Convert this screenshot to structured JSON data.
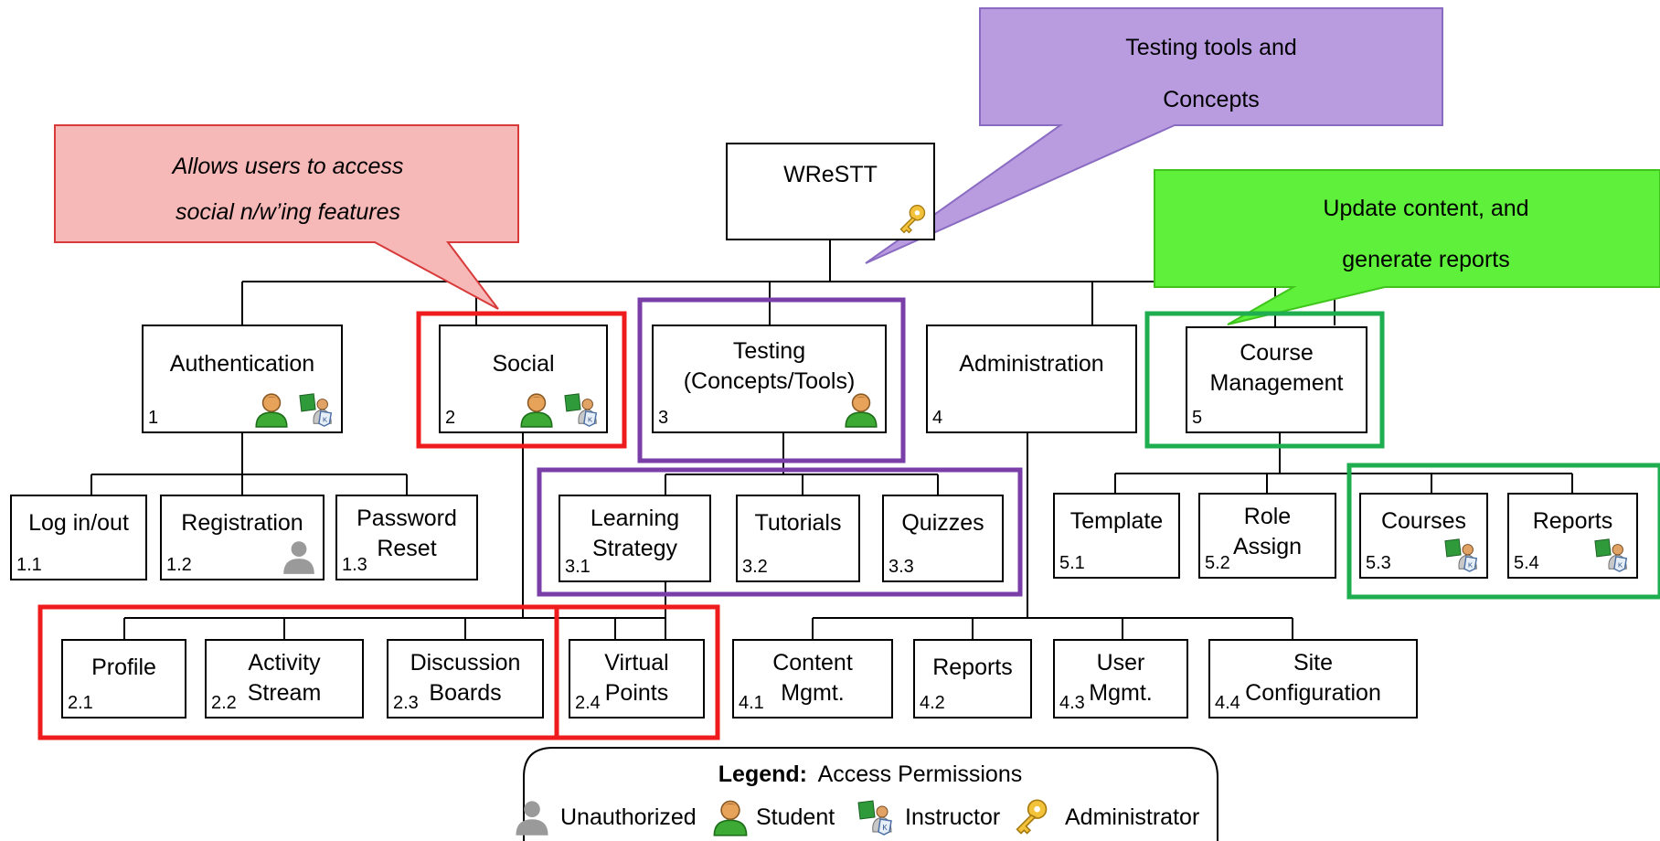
{
  "root": {
    "label": "WReSTT",
    "perms": [
      "administrator"
    ]
  },
  "sections": [
    {
      "id": "1",
      "label_lines": [
        "Authentication"
      ],
      "number": "1",
      "perms": [
        "student",
        "instructor"
      ]
    },
    {
      "id": "2",
      "label_lines": [
        "Social"
      ],
      "number": "2",
      "perms": [
        "student",
        "instructor"
      ]
    },
    {
      "id": "3",
      "label_lines": [
        "Testing",
        "(Concepts/Tools)"
      ],
      "number": "3",
      "perms": [
        "student"
      ]
    },
    {
      "id": "4",
      "label_lines": [
        "Administration"
      ],
      "number": "4",
      "perms": []
    },
    {
      "id": "5",
      "label_lines": [
        "Course",
        "Management"
      ],
      "number": "5",
      "perms": []
    }
  ],
  "subsections": [
    {
      "id": "1.1",
      "label_lines": [
        "Log in/out"
      ],
      "number": "1.1",
      "perms": []
    },
    {
      "id": "1.2",
      "label_lines": [
        "Registration"
      ],
      "number": "1.2",
      "perms": [
        "unauthorized"
      ]
    },
    {
      "id": "1.3",
      "label_lines": [
        "Password",
        "Reset"
      ],
      "number": "1.3",
      "perms": []
    },
    {
      "id": "2.1",
      "label_lines": [
        "Profile"
      ],
      "number": "2.1",
      "perms": []
    },
    {
      "id": "2.2",
      "label_lines": [
        "Activity",
        "Stream"
      ],
      "number": "2.2",
      "perms": []
    },
    {
      "id": "2.3",
      "label_lines": [
        "Discussion",
        "Boards"
      ],
      "number": "2.3",
      "perms": []
    },
    {
      "id": "2.4",
      "label_lines": [
        "Virtual",
        "Points"
      ],
      "number": "2.4",
      "perms": []
    },
    {
      "id": "3.1",
      "label_lines": [
        "Learning",
        "Strategy"
      ],
      "number": "3.1",
      "perms": []
    },
    {
      "id": "3.2",
      "label_lines": [
        "Tutorials"
      ],
      "number": "3.2",
      "perms": []
    },
    {
      "id": "3.3",
      "label_lines": [
        "Quizzes"
      ],
      "number": "3.3",
      "perms": []
    },
    {
      "id": "4.1",
      "label_lines": [
        "Content",
        "Mgmt."
      ],
      "number": "4.1",
      "perms": []
    },
    {
      "id": "4.2",
      "label_lines": [
        "Reports"
      ],
      "number": "4.2",
      "perms": []
    },
    {
      "id": "4.3",
      "label_lines": [
        "User",
        "Mgmt."
      ],
      "number": "4.3",
      "perms": []
    },
    {
      "id": "4.4",
      "label_lines": [
        "Site",
        "Configuration"
      ],
      "number": "4.4",
      "perms": []
    },
    {
      "id": "5.1",
      "label_lines": [
        "Template"
      ],
      "number": "5.1",
      "perms": []
    },
    {
      "id": "5.2",
      "label_lines": [
        "Role",
        "Assign"
      ],
      "number": "5.2",
      "perms": []
    },
    {
      "id": "5.3",
      "label_lines": [
        "Courses"
      ],
      "number": "5.3",
      "perms": [
        "instructor"
      ]
    },
    {
      "id": "5.4",
      "label_lines": [
        "Reports"
      ],
      "number": "5.4",
      "perms": [
        "instructor"
      ]
    }
  ],
  "callouts": {
    "social": {
      "lines": [
        "Allows users to access",
        "social n/w’ing features"
      ],
      "color": "#f7b8b8",
      "border": "#d83a3a"
    },
    "testing": {
      "lines": [
        "Testing tools and",
        "Concepts"
      ],
      "color": "#b99be0",
      "border": "#8a6bc2"
    },
    "admin": {
      "lines": [
        "Update content, and",
        "generate reports"
      ],
      "color": "#5ef03a",
      "border": "#3fc41c"
    }
  },
  "highlight_colors": {
    "red": "#ee1c1c",
    "purple": "#7a3ea8",
    "green": "#1fae4f"
  },
  "legend": {
    "title": "Legend:",
    "subtitle": "Access Permissions",
    "items": [
      {
        "role": "unauthorized",
        "label": "Unauthorized"
      },
      {
        "role": "student",
        "label": "Student"
      },
      {
        "role": "instructor",
        "label": "Instructor"
      },
      {
        "role": "administrator",
        "label": "Administrator"
      }
    ]
  },
  "icons": {
    "unauthorized": "person-silhouette-icon",
    "student": "student-icon",
    "instructor": "instructor-icon",
    "administrator": "key-icon"
  }
}
